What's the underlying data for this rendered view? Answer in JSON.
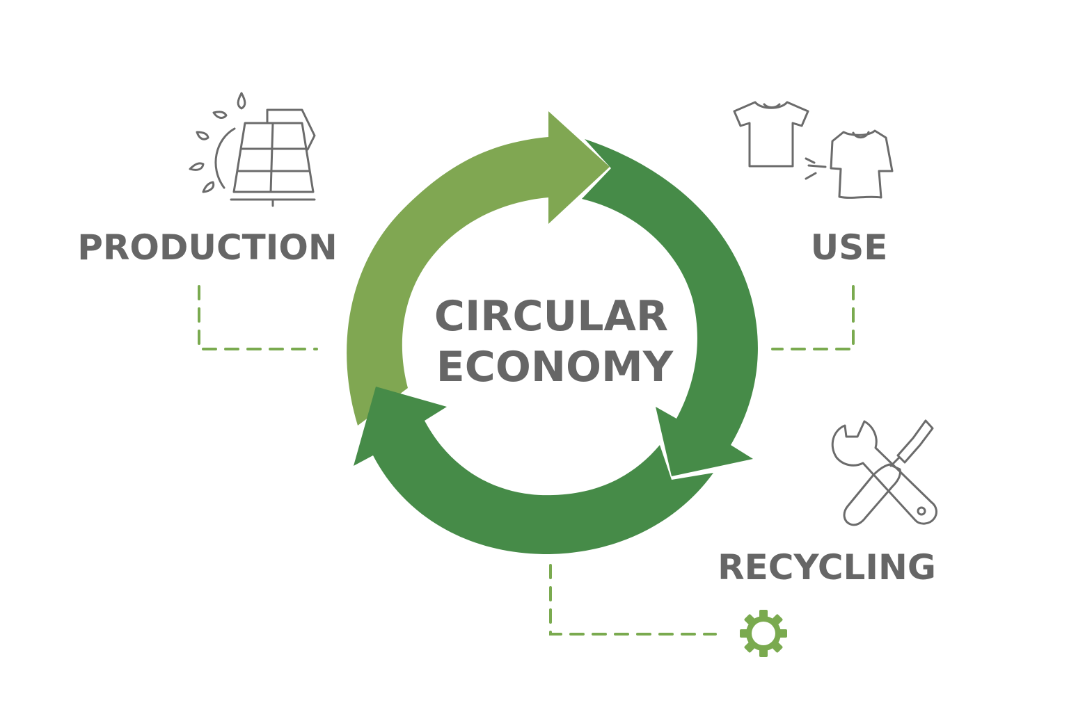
{
  "center": {
    "line1": "CIRCULAR",
    "line2": "ECONOMY"
  },
  "stages": {
    "production": {
      "label": "PRODUCTION",
      "icon": "solar-panel-icon"
    },
    "use": {
      "label": "USE",
      "icon": "t-shirt-icon"
    },
    "recycling": {
      "label": "RECYCLING",
      "icon": "wrench-screwdriver-icon"
    }
  },
  "colors": {
    "arrow_light": "#80a752",
    "arrow_dark": "#468b48",
    "text": "#666666",
    "icon": "#6b6b6b",
    "dash": "#7aaa4f"
  }
}
